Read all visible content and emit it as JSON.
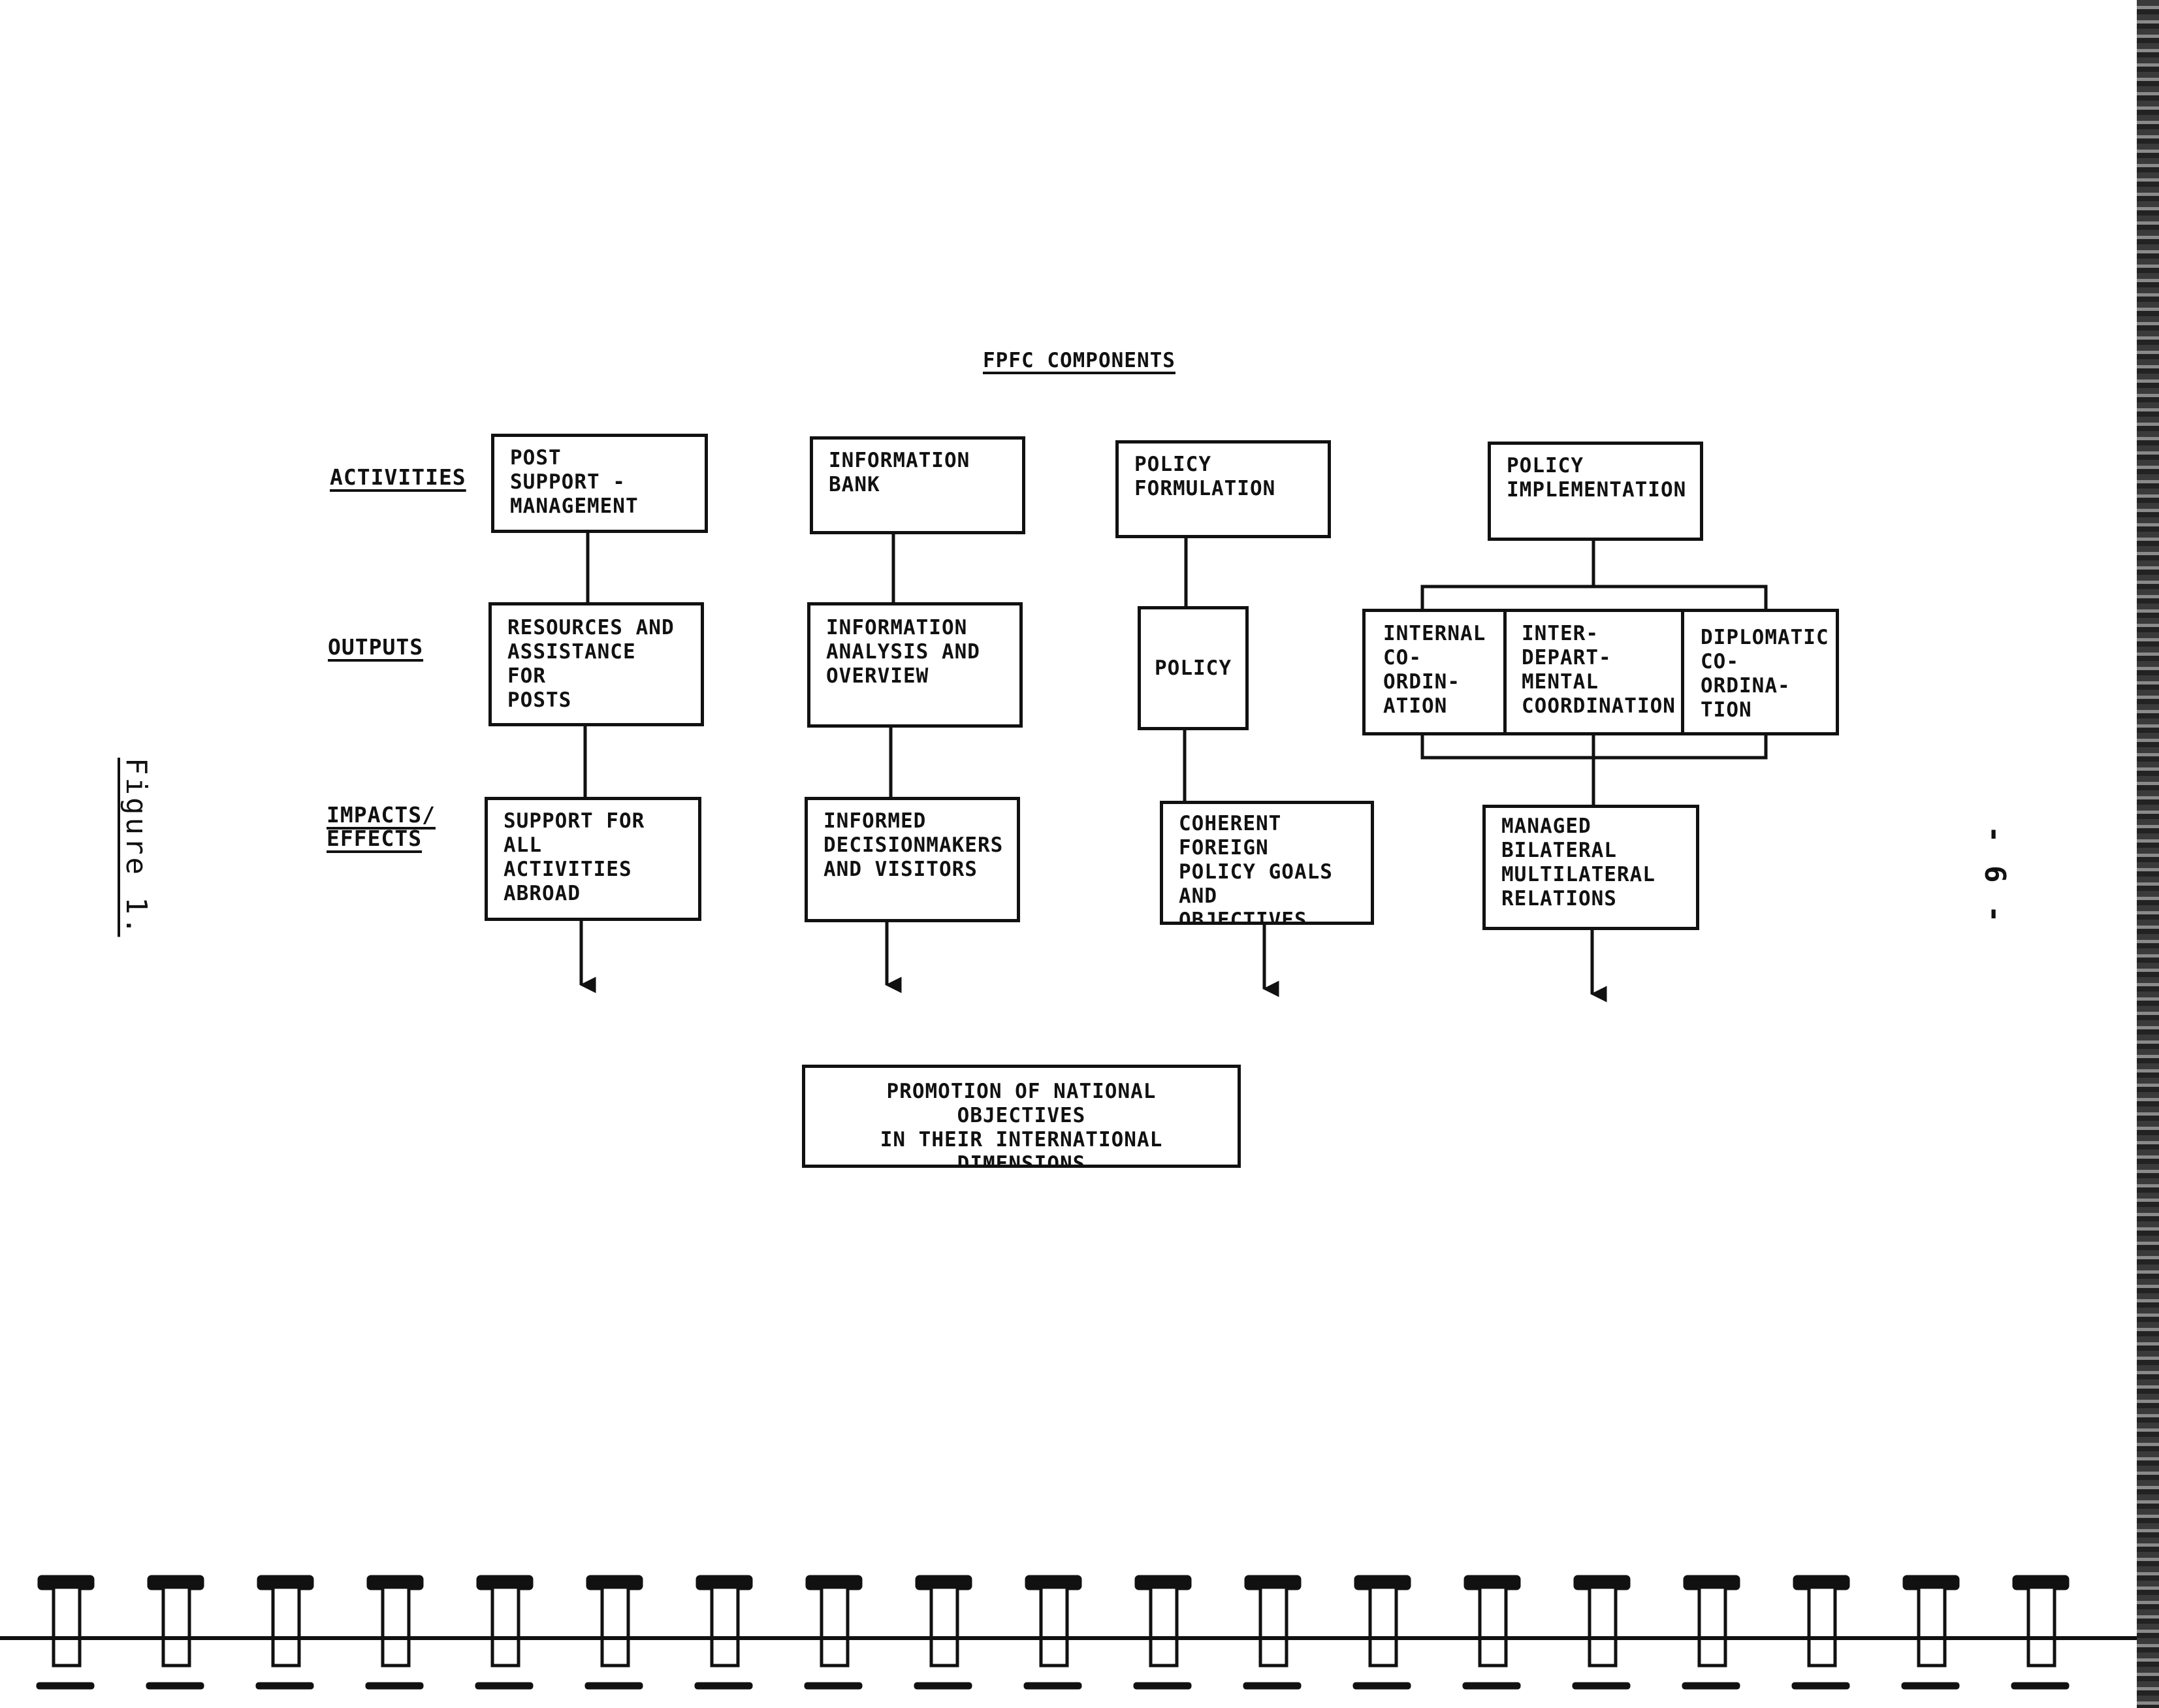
{
  "title": "FPFC COMPONENTS",
  "row_labels": {
    "activities": "ACTIVITIES",
    "outputs": "OUTPUTS",
    "impacts": "IMPACTS/\nEFFECTS"
  },
  "columns": [
    {
      "activity": "POST\nSUPPORT -\nMANAGEMENT",
      "output": "RESOURCES AND\nASSISTANCE FOR\nPOSTS",
      "impact": "SUPPORT FOR\nALL ACTIVITIES\nABROAD"
    },
    {
      "activity": "INFORMATION\nBANK",
      "output": "INFORMATION\nANALYSIS AND\nOVERVIEW",
      "impact": "INFORMED\nDECISIONMAKERS\nAND VISITORS"
    },
    {
      "activity": "POLICY\nFORMULATION",
      "output": "POLICY",
      "impact": "COHERENT\nFOREIGN\nPOLICY GOALS\nAND OBJECTIVES"
    },
    {
      "activity": "POLICY\nIMPLEMENTATION",
      "outputs": [
        "INTERNAL\nCO-ORDIN-\nATION",
        "INTER-\nDEPART-\nMENTAL\nCOORDINATION",
        "DIPLOMATIC\nCO-ORDINA-\nTION"
      ],
      "impact": "MANAGED\nBILATERAL\nMULTILATERAL\nRELATIONS"
    }
  ],
  "final_box": "PROMOTION OF NATIONAL OBJECTIVES\nIN THEIR INTERNATIONAL\nDIMENSIONS",
  "figure_caption": "Figure 1.",
  "page_number": "- 6 -"
}
